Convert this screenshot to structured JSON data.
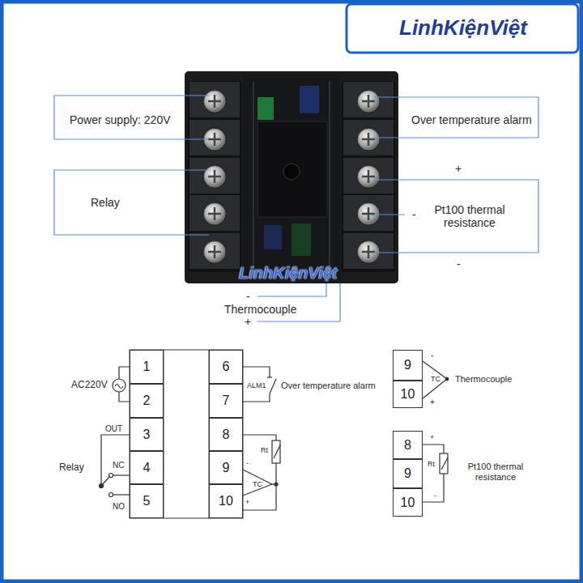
{
  "diagram": {
    "nodes": [
      {
        "text": [
          "1"
        ]
      },
      {
        "text": [
          "2"
        ]
      },
      {
        "text": [
          "3"
        ]
      },
      {
        "text": [
          "4"
        ]
      },
      {
        "text": [
          "5"
        ]
      },
      {
        "text": [
          "6"
        ]
      },
      {
        "text": [
          "7"
        ]
      },
      {
        "text": [
          "8"
        ]
      },
      {
        "text": [
          "9"
        ]
      },
      {
        "text": [
          "10"
        ]
      },
      {
        "text": [
          "9"
        ]
      },
      {
        "text": [
          "10"
        ]
      },
      {
        "text": [
          "8"
        ]
      },
      {
        "text": [
          "9"
        ]
      },
      {
        "text": [
          "10"
        ]
      }
    ],
    "labels": [
      "LinhKiệnViệt",
      "Power supply: 220V",
      "Over temperature alarm",
      "+",
      "Relay",
      "-",
      "Pt100 thermal resistance",
      "-",
      "LinhKiệnViệt",
      "-",
      "Thermocouple",
      "+",
      "AC220V",
      "ALM1",
      "Over temperature alarm",
      "OUT",
      "Relay",
      "NC",
      "NO",
      "Rt",
      "-",
      "TC",
      "+",
      "-",
      "TC",
      "Thermocouple",
      "+",
      "+",
      "Rt",
      "Pt100 thermal resistance",
      "-"
    ]
  }
}
